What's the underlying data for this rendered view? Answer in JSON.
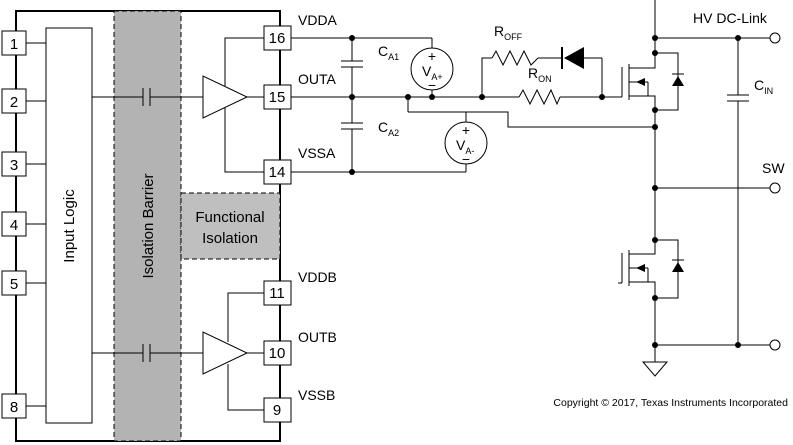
{
  "left_pins": [
    "1",
    "2",
    "3",
    "4",
    "5",
    "8"
  ],
  "right_pins": [
    "16",
    "15",
    "14",
    "11",
    "10",
    "9"
  ],
  "net_labels": {
    "vdda": "VDDA",
    "outa": "OUTA",
    "vssa": "VSSA",
    "vddb": "VDDB",
    "outb": "OUTB",
    "vssb": "VSSB"
  },
  "blocks": {
    "input_logic": "Input Logic",
    "isolation_barrier": "Isolation Barrier",
    "functional_isolation_line1": "Functional",
    "functional_isolation_line2": "Isolation"
  },
  "components": {
    "ca1": {
      "main": "C",
      "sub": "A1"
    },
    "ca2": {
      "main": "C",
      "sub": "A2"
    },
    "roff": {
      "main": "R",
      "sub": "OFF"
    },
    "ron": {
      "main": "R",
      "sub": "ON"
    },
    "va_plus": {
      "main": "V",
      "sub": "A+",
      "plus": "+",
      "minus": "−"
    },
    "va_minus": {
      "main": "V",
      "sub": "A-",
      "plus": "+",
      "minus": "−"
    },
    "cin": {
      "main": "C",
      "sub": "IN"
    }
  },
  "terminals": {
    "hv_dc_link": "HV DC-Link",
    "sw": "SW"
  },
  "copyright": "Copyright © 2017, Texas Instruments Incorporated",
  "colors": {
    "barrier_fill": "#b3b3b3",
    "functional_fill": "#bfbfbf",
    "line": "#000000"
  }
}
